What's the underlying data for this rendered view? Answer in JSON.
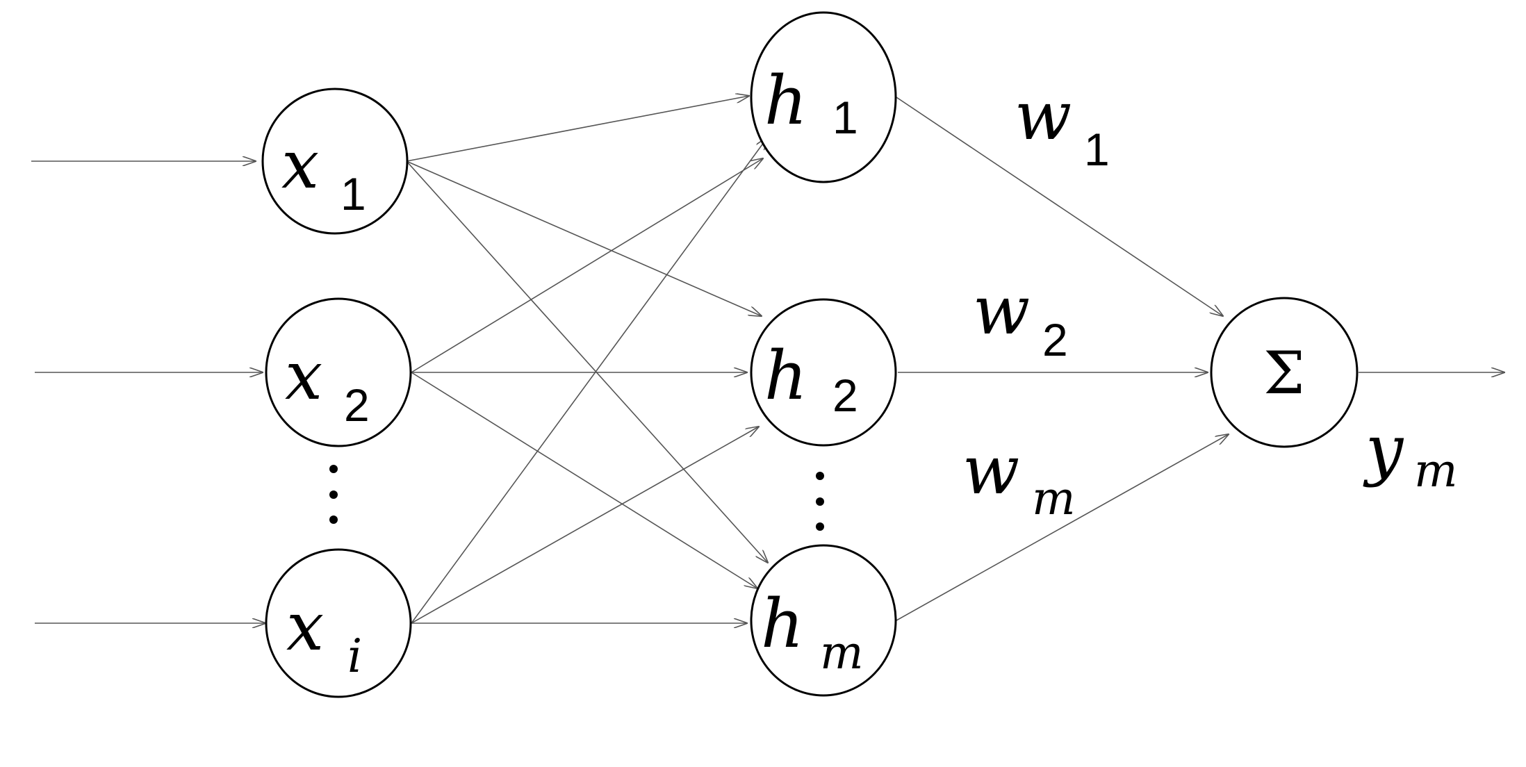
{
  "diagram": {
    "inputs": [
      {
        "id": "x1",
        "base": "x",
        "sub": "1",
        "sub_style": "upright"
      },
      {
        "id": "x2",
        "base": "x",
        "sub": "2",
        "sub_style": "upright"
      },
      {
        "id": "xi",
        "base": "x",
        "sub": "i",
        "sub_style": "italic"
      }
    ],
    "hidden": [
      {
        "id": "h1",
        "base": "h",
        "sub": "1",
        "sub_style": "upright"
      },
      {
        "id": "h2",
        "base": "h",
        "sub": "2",
        "sub_style": "upright"
      },
      {
        "id": "hm",
        "base": "h",
        "sub": "m",
        "sub_style": "italic"
      }
    ],
    "sum_node": {
      "id": "sum",
      "symbol": "Σ"
    },
    "weights": [
      {
        "id": "w1",
        "base": "w",
        "sub": "1",
        "sub_style": "upright"
      },
      {
        "id": "w2",
        "base": "w",
        "sub": "2",
        "sub_style": "upright"
      },
      {
        "id": "wm",
        "base": "w",
        "sub": "m",
        "sub_style": "italic"
      }
    ],
    "output": {
      "id": "ym",
      "base": "y",
      "sub": "m",
      "sub_style": "italic"
    },
    "edge_color": "#555555",
    "node_stroke_color": "#000000"
  }
}
